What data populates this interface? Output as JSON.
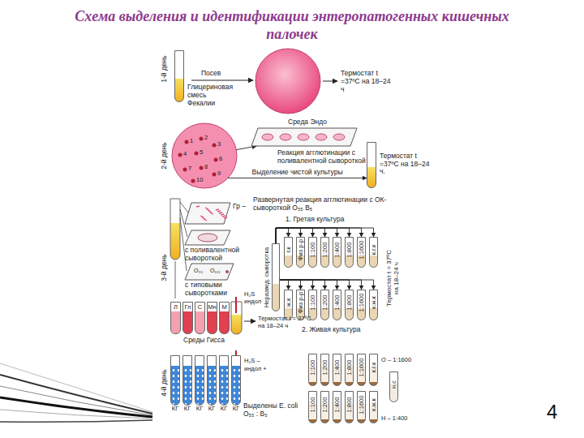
{
  "diagram": {
    "title": "Схема выделения и идентификации энтеропатогенных кишечных палочек",
    "nodes": [
      {
        "text": [
          "Глицериновая смесь",
          "Фекалии"
        ]
      },
      {
        "text": [
          "1",
          "2",
          "3",
          "4",
          "5",
          "6",
          "7",
          "8",
          "9",
          "10"
        ]
      },
      {
        "text": [
          "Среда Эндо"
        ]
      },
      {
        "text": [
          "Термостат t =37ºC на 18–24 ч."
        ]
      },
      {
        "text": [
          "Гр –"
        ]
      },
      {
        "text": [
          "с поливалентной сывороткой"
        ]
      },
      {
        "text": [
          "O₅₅",
          "O₁₁₁",
          "с типовыми сыворотками"
        ]
      },
      {
        "text": [
          "Л"
        ]
      },
      {
        "text": [
          "Гл"
        ]
      },
      {
        "text": [
          "С"
        ]
      },
      {
        "text": [
          "Мн"
        ]
      },
      {
        "text": [
          "М"
        ]
      },
      {
        "text": [
          "Неразвед. сыворотка"
        ]
      },
      {
        "text": [
          "г.к"
        ]
      },
      {
        "text": [
          "Физ р-р"
        ]
      },
      {
        "text": [
          "1:100"
        ]
      },
      {
        "text": [
          "1:200"
        ]
      },
      {
        "text": [
          "1:400"
        ]
      },
      {
        "text": [
          "1:800"
        ]
      },
      {
        "text": [
          "1:1600"
        ]
      },
      {
        "text": [
          "к.г.к"
        ]
      },
      {
        "text": [
          "ж.к"
        ]
      },
      {
        "text": [
          "Физ р-р"
        ]
      },
      {
        "text": [
          "1:100"
        ]
      },
      {
        "text": [
          "1:200"
        ]
      },
      {
        "text": [
          "1:400"
        ]
      },
      {
        "text": [
          "1:800"
        ]
      },
      {
        "text": [
          "1:1600"
        ]
      },
      {
        "text": [
          "к.ж.к"
        ]
      },
      {
        "text": [
          "КГ"
        ]
      },
      {
        "text": [
          "КГ"
        ]
      },
      {
        "text": [
          "КГ"
        ]
      },
      {
        "text": [
          "КГ"
        ]
      },
      {
        "text": [
          "КГ"
        ]
      },
      {
        "text": [
          "КГ"
        ]
      },
      {
        "text": [
          "1:100"
        ]
      },
      {
        "text": [
          "1:200"
        ]
      },
      {
        "text": [
          "1:400"
        ]
      },
      {
        "text": [
          "1:800"
        ]
      },
      {
        "text": [
          "1:1600"
        ]
      },
      {
        "text": [
          "к.г.к"
        ]
      },
      {
        "text": [
          "н.с"
        ]
      },
      {
        "text": [
          "1:100"
        ]
      },
      {
        "text": [
          "1:200"
        ]
      },
      {
        "text": [
          "1:400"
        ]
      },
      {
        "text": [
          "1:800"
        ]
      },
      {
        "text": [
          "1:1600"
        ]
      },
      {
        "text": [
          "к.ж.к"
        ]
      }
    ],
    "edges": [
      {
        "from": 1,
        "to": 2,
        "arrow": "to"
      },
      {
        "from": 1,
        "to": 3,
        "label": "Выделение чистой культуры",
        "arrow": "to"
      },
      {
        "from": 12,
        "to": 13,
        "arrow": "to"
      },
      {
        "from": 12,
        "to": 14,
        "arrow": "to"
      },
      {
        "from": 12,
        "to": 15,
        "arrow": "to"
      },
      {
        "from": 12,
        "to": 16,
        "arrow": "to"
      },
      {
        "from": 12,
        "to": 17,
        "arrow": "to"
      },
      {
        "from": 12,
        "to": 18,
        "arrow": "to"
      },
      {
        "from": 12,
        "to": 19,
        "arrow": "to"
      },
      {
        "from": 12,
        "to": 20,
        "arrow": "to"
      },
      {
        "from": 12,
        "to": 21,
        "arrow": "to"
      },
      {
        "from": 12,
        "to": 22,
        "arrow": "to"
      },
      {
        "from": 12,
        "to": 23,
        "arrow": "to"
      },
      {
        "from": 12,
        "to": 24,
        "arrow": "to"
      },
      {
        "from": 12,
        "to": 25,
        "arrow": "to"
      },
      {
        "from": 12,
        "to": 26,
        "arrow": "to"
      },
      {
        "from": 12,
        "to": 27,
        "arrow": "to"
      },
      {
        "from": 12,
        "to": 28,
        "arrow": "to"
      }
    ],
    "labels": [
      "1-й день",
      "Посев",
      "Термостат t =37ºC на 18–24 ч",
      "2-й день",
      "Реакция агглютинации с поливалентной сывороткой",
      "3-й день",
      "Развернутая реакция агглютинации с ОК-сывороткой O₅₅ B₅",
      "1. Гретая культура",
      "2. Живая культура",
      "Термостат t = 37ºC на 18–24 ч",
      "H₂S",
      "индол",
      "Термостат t = 37ºC на 18–24 ч",
      "Среды Гисса",
      "4-й день",
      "H₂S –",
      "индол +",
      "O – 1:1600",
      "Н – 1:400",
      "Выделены E. coli O₅₅ : B₅",
      "4"
    ]
  }
}
